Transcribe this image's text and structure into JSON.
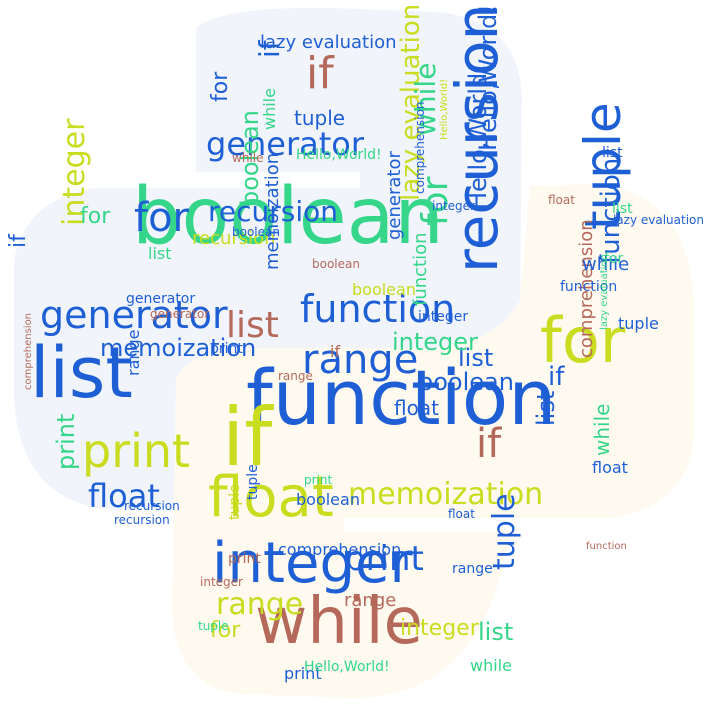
{
  "colors": {
    "blue": "#1f5fd6",
    "green": "#35d68a",
    "lime": "#c9dc1f",
    "brown": "#b5695a",
    "top_shape_fill": "#f1f5fb",
    "bottom_shape_fill": "#fffaf0"
  },
  "words": [
    {
      "text": "boolean",
      "color": "green"
    },
    {
      "text": "function",
      "color": "blue"
    },
    {
      "text": "list",
      "color": "blue"
    },
    {
      "text": "while",
      "color": "brown"
    },
    {
      "text": "integer",
      "color": "blue"
    },
    {
      "text": "for",
      "color": "lime"
    },
    {
      "text": "if",
      "color": "lime"
    },
    {
      "text": "float",
      "color": "lime"
    },
    {
      "text": "recursion",
      "color": "blue"
    },
    {
      "text": "tuple",
      "color": "blue"
    },
    {
      "text": "print",
      "color": "lime"
    },
    {
      "text": "generator",
      "color": "blue"
    },
    {
      "text": "range",
      "color": "blue"
    },
    {
      "text": "memoization",
      "color": "lime"
    },
    {
      "text": "lazy evaluation",
      "color": "lime"
    },
    {
      "text": "Hello,World!",
      "color": "blue"
    },
    {
      "text": "recursion",
      "color": "blue"
    },
    {
      "text": "function",
      "color": "blue"
    },
    {
      "text": "generator",
      "color": "blue"
    },
    {
      "text": "for",
      "color": "blue"
    },
    {
      "text": "list",
      "color": "brown"
    },
    {
      "text": "float",
      "color": "blue"
    },
    {
      "text": "integer",
      "color": "lime"
    },
    {
      "text": "range",
      "color": "lime"
    },
    {
      "text": "boolean",
      "color": "blue"
    },
    {
      "text": "memoization",
      "color": "blue"
    },
    {
      "text": "for",
      "color": "green"
    },
    {
      "text": "tuple",
      "color": "blue"
    },
    {
      "text": "list",
      "color": "blue"
    },
    {
      "text": "print",
      "color": "blue"
    },
    {
      "text": "if",
      "color": "brown"
    },
    {
      "text": "if",
      "color": "brown"
    },
    {
      "text": "while",
      "color": "green"
    },
    {
      "text": "for",
      "color": "blue"
    },
    {
      "text": "if",
      "color": "blue"
    },
    {
      "text": "recursion",
      "color": "lime"
    },
    {
      "text": "function",
      "color": "blue"
    },
    {
      "text": "lazy evaluation",
      "color": "blue"
    },
    {
      "text": "tuple",
      "color": "blue"
    },
    {
      "text": "generator",
      "color": "blue"
    },
    {
      "text": "boolean",
      "color": "green"
    },
    {
      "text": "list",
      "color": "blue"
    },
    {
      "text": "Hello,World!",
      "color": "blue"
    },
    {
      "text": "comprehension",
      "color": "blue"
    },
    {
      "text": "list",
      "color": "green"
    },
    {
      "text": "integer",
      "color": "lime"
    },
    {
      "text": "if",
      "color": "blue"
    },
    {
      "text": "for",
      "color": "lime"
    },
    {
      "text": "integer",
      "color": "green"
    },
    {
      "text": "while",
      "color": "green"
    },
    {
      "text": "float",
      "color": "blue"
    },
    {
      "text": "print",
      "color": "green"
    },
    {
      "text": "range",
      "color": "brown"
    },
    {
      "text": "while",
      "color": "green"
    },
    {
      "text": "if",
      "color": "blue"
    },
    {
      "text": "comprehension",
      "color": "brown"
    },
    {
      "text": "boolean",
      "color": "lime"
    },
    {
      "text": "while",
      "color": "blue"
    },
    {
      "text": "float",
      "color": "blue"
    },
    {
      "text": "for",
      "color": "green"
    },
    {
      "text": "memoization",
      "color": "blue"
    },
    {
      "text": "function",
      "color": "green"
    },
    {
      "text": "print",
      "color": "blue"
    },
    {
      "text": "tuple",
      "color": "blue"
    },
    {
      "text": "boolean",
      "color": "blue"
    },
    {
      "text": "range",
      "color": "blue"
    },
    {
      "text": "comprehension",
      "color": "blue"
    },
    {
      "text": "Hello,World!",
      "color": "green"
    },
    {
      "text": "recursion",
      "color": "blue"
    },
    {
      "text": "integer",
      "color": "blue"
    },
    {
      "text": "list",
      "color": "blue"
    },
    {
      "text": "lazy evaluation",
      "color": "blue"
    },
    {
      "text": "generator",
      "color": "blue"
    },
    {
      "text": "function",
      "color": "blue"
    },
    {
      "text": "tuple",
      "color": "blue"
    },
    {
      "text": "Hello,World!",
      "color": "green"
    },
    {
      "text": "list",
      "color": "green"
    },
    {
      "text": "integer",
      "color": "brown"
    },
    {
      "text": "print",
      "color": "brown"
    },
    {
      "text": "while",
      "color": "green"
    },
    {
      "text": "recursion",
      "color": "blue"
    },
    {
      "text": "if",
      "color": "brown"
    },
    {
      "text": "range",
      "color": "blue"
    },
    {
      "text": "integer",
      "color": "blue"
    },
    {
      "text": "comprehension",
      "color": "brown"
    },
    {
      "text": "float",
      "color": "blue"
    },
    {
      "text": "Hello,World!",
      "color": "lime"
    },
    {
      "text": "print",
      "color": "blue"
    },
    {
      "text": "lazy evaluation",
      "color": "green"
    },
    {
      "text": "boolean",
      "color": "brown"
    },
    {
      "text": "tuple",
      "color": "lime"
    },
    {
      "text": "list",
      "color": "green"
    },
    {
      "text": "for",
      "color": "green"
    },
    {
      "text": "range",
      "color": "brown"
    },
    {
      "text": "boolean",
      "color": "blue"
    },
    {
      "text": "while",
      "color": "brown"
    },
    {
      "text": "float",
      "color": "brown"
    },
    {
      "text": "function",
      "color": "brown"
    },
    {
      "text": "generator",
      "color": "brown"
    },
    {
      "text": "print",
      "color": "green"
    },
    {
      "text": "tuple",
      "color": "green"
    }
  ]
}
